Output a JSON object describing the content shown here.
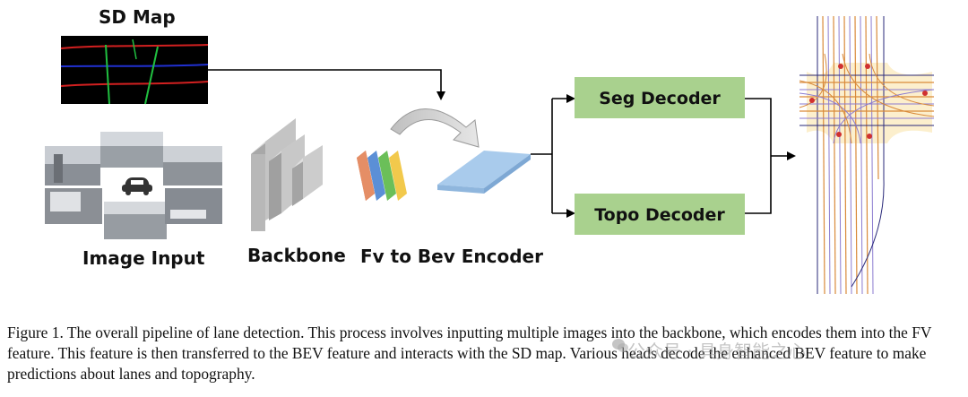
{
  "labels": {
    "sd_map": "SD Map",
    "image_input": "Image Input",
    "backbone": "Backbone",
    "fv_to_bev": "Fv to Bev Encoder",
    "seg_decoder": "Seg Decoder",
    "topo_decoder": "Topo Decoder"
  },
  "caption": "Figure 1. The overall pipeline of lane detection. This process involves inputting multiple images into the backbone, which encodes them into the FV feature. This feature is then transferred to the BEV feature and interacts with the SD map. Various heads decode the enhanced BEV feature to make predictions about lanes and topography.",
  "watermark": "公众号 · 具身智能之心",
  "colors": {
    "decoder_fill": "#a9d18e",
    "bev_feature": "#a9cbec",
    "backbone_gray": "#c8c8c8",
    "fv_orange": "#e8926a",
    "fv_blue": "#5b8fd6",
    "fv_green": "#6bbf59",
    "fv_yellow": "#f2c94c",
    "sd_map_bg": "#000000",
    "sd_red": "#d22020",
    "sd_blue": "#2030d0",
    "sd_green": "#20c040"
  }
}
